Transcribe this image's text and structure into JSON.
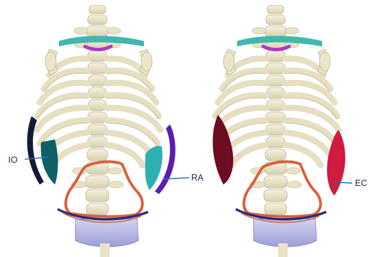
{
  "labels": {
    "io": "IO",
    "ra": "RA",
    "ec": "EC"
  },
  "colors": {
    "bone": "#efe9cf",
    "bone_shade": "#c9c1a2",
    "io_muscle": "#0f5f66",
    "io_outline": "#141b36",
    "ra_muscle": "#2fb0b0",
    "ra_outline": "#5a1fb0",
    "ec_dark": "#6e0c22",
    "ec_bright": "#d01a40",
    "clavicle": "#3fb8ad",
    "sternal": "#a93cc8",
    "abdominal_outline": "#d9603a",
    "pelvic_floor": "#b9b9e6",
    "pelvic_band": "#2a2a7c"
  }
}
